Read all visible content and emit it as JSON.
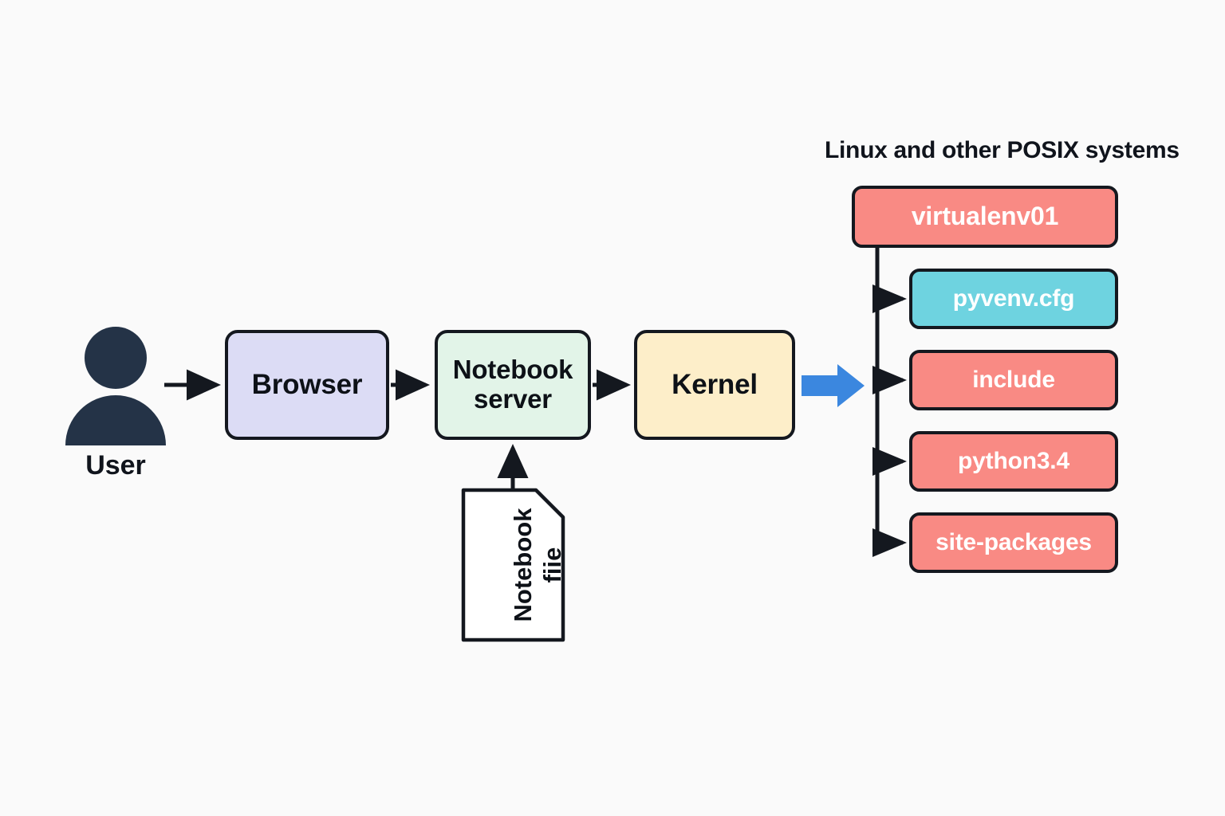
{
  "diagram": {
    "background_color": "#fafafa",
    "stroke_color": "#14181f",
    "accent_blue": "#3b87df",
    "user": {
      "icon": "user-avatar-icon",
      "label": "User"
    },
    "pipeline": [
      {
        "id": "browser",
        "label": "Browser",
        "color": "#dcdcf5"
      },
      {
        "id": "notebook-server",
        "label": "Notebook\nserver",
        "color": "#e2f4e8"
      },
      {
        "id": "kernel",
        "label": "Kernel",
        "color": "#fdeec9"
      }
    ],
    "notebook_file": {
      "label": "Notebook\nfiie",
      "shape": "document-icon",
      "color": "#ffffff"
    },
    "tree": {
      "title": "Linux and other POSIX systems",
      "root": {
        "label": "virtualenv01",
        "color": "#f98a84"
      },
      "children": [
        {
          "label": "pyvenv.cfg",
          "color": "#6ed3e0"
        },
        {
          "label": "include",
          "color": "#f98a84"
        },
        {
          "label": "python3.4",
          "color": "#f98a84"
        },
        {
          "label": "site-packages",
          "color": "#f98a84"
        }
      ]
    },
    "connectors": [
      {
        "from": "user",
        "to": "browser",
        "style": "thin-arrow"
      },
      {
        "from": "browser",
        "to": "notebook-server",
        "style": "thin-arrow"
      },
      {
        "from": "notebook-server",
        "to": "kernel",
        "style": "thin-arrow"
      },
      {
        "from": "notebook-file",
        "to": "notebook-server",
        "style": "thin-arrow-up"
      },
      {
        "from": "kernel",
        "to": "virtualenv01",
        "style": "blue-block-arrow"
      }
    ]
  }
}
